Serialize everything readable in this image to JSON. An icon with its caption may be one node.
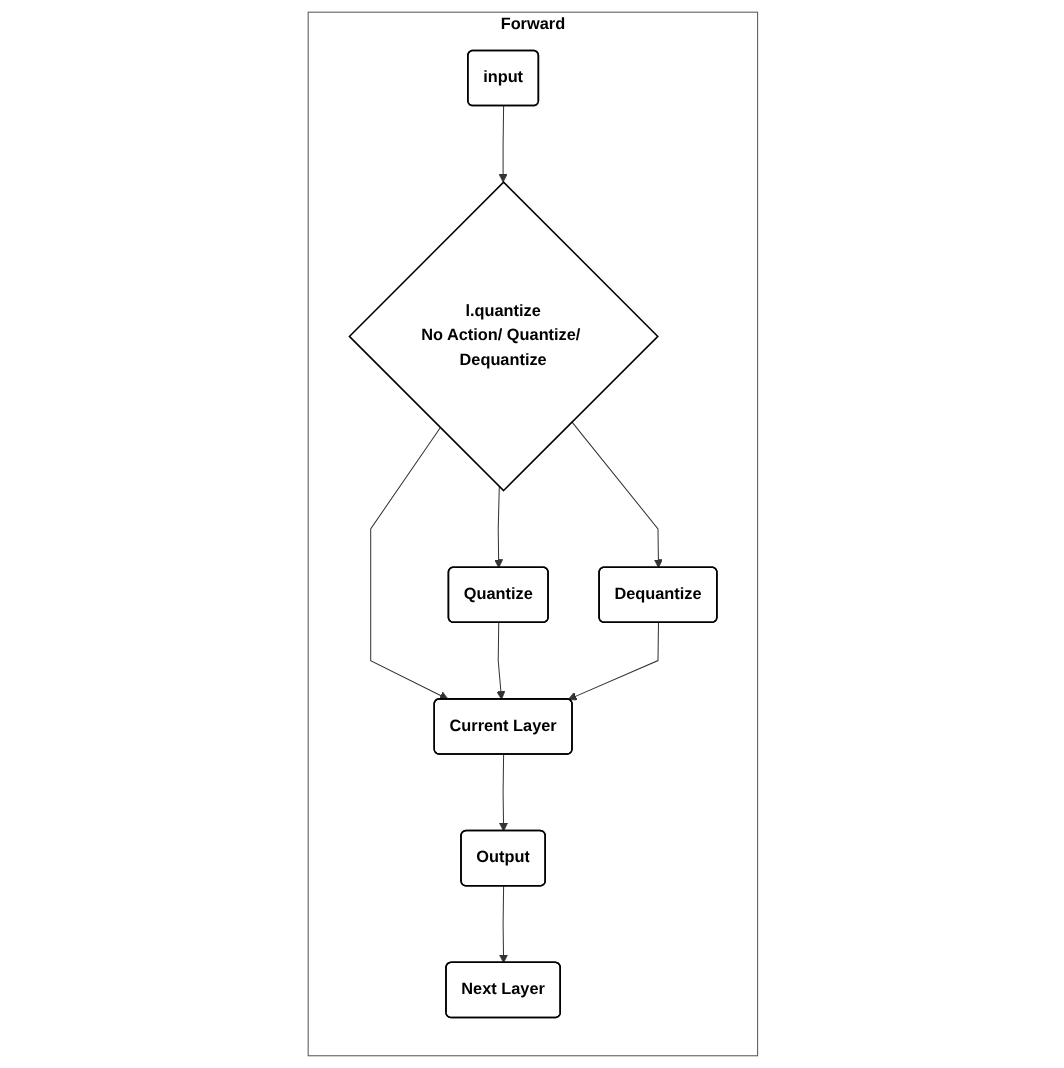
{
  "diagram": {
    "nodes": [
      {
        "text": [
          "Forward"
        ]
      },
      {
        "text": [
          "input"
        ],
        "in": 0
      },
      {
        "text": [
          "l.quantize",
          "No Action/ Quantize/ Dequantize"
        ],
        "in": 0
      },
      {
        "text": [
          "Quantize"
        ],
        "in": 0
      },
      {
        "text": [
          "Dequantize"
        ],
        "in": 0
      },
      {
        "text": [
          "Current Layer"
        ],
        "in": 0
      },
      {
        "text": [
          "Output"
        ],
        "in": 0
      },
      {
        "text": [
          "Next Layer"
        ],
        "in": 0
      }
    ],
    "edges": [
      {
        "from": 1,
        "to": 2,
        "arrow": "to"
      },
      {
        "from": 2,
        "to": 3,
        "arrow": "to"
      },
      {
        "from": 2,
        "to": 4,
        "arrow": "to"
      },
      {
        "from": 2,
        "to": 5,
        "arrow": "to"
      },
      {
        "from": 3,
        "to": 5,
        "arrow": "to"
      },
      {
        "from": 4,
        "to": 5,
        "arrow": "to"
      },
      {
        "from": 5,
        "to": 6,
        "arrow": "to"
      },
      {
        "from": 6,
        "to": 7,
        "arrow": "to"
      }
    ]
  }
}
